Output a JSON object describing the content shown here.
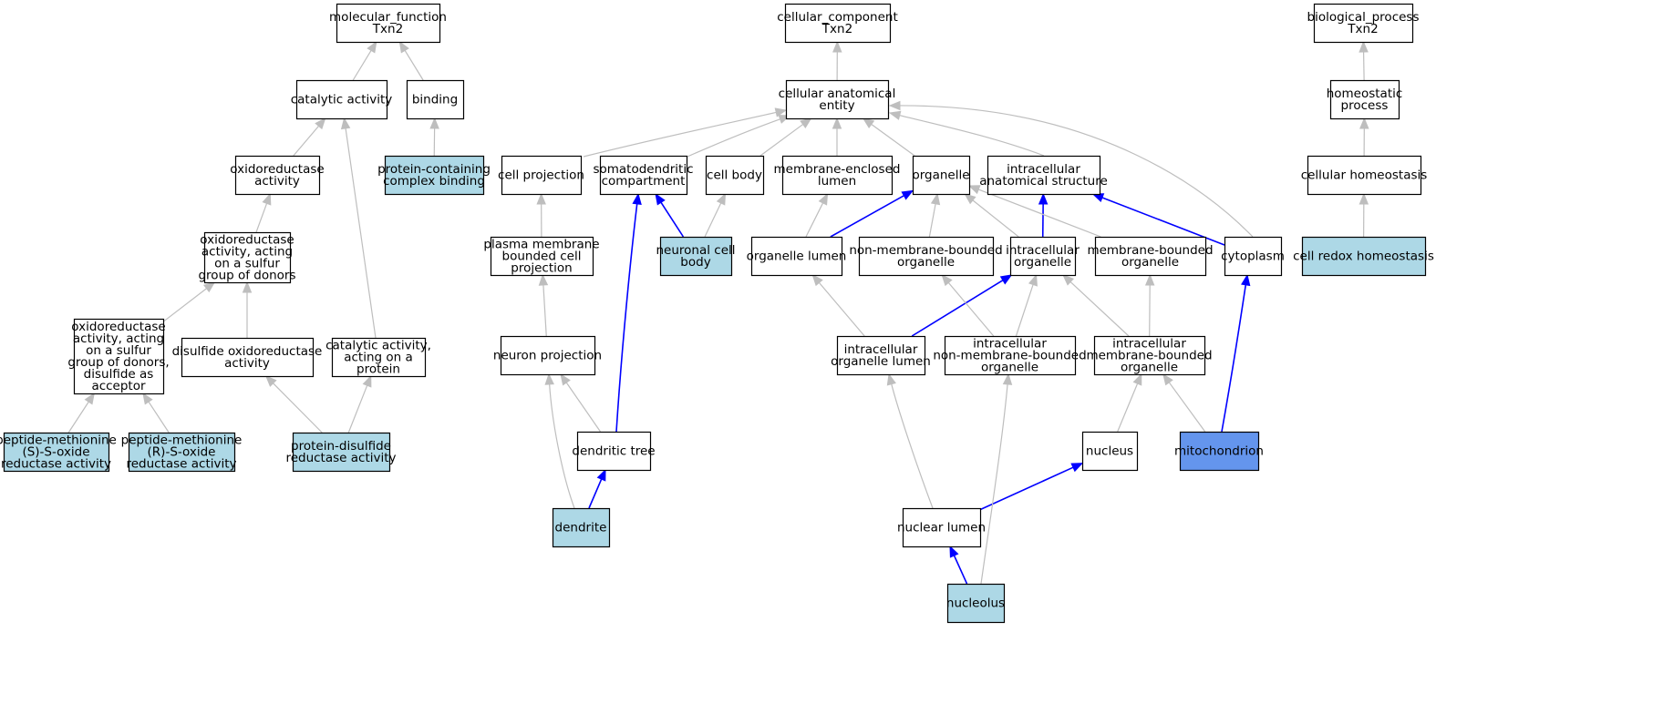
{
  "colors": {
    "node_fill": "#ffffff",
    "node_highlight": "#add8e6",
    "node_focus": "#6495ed",
    "edge_default": "#bebebe",
    "edge_highlight": "#0000ff"
  },
  "nodes": [
    {
      "id": "mf",
      "lines": [
        "molecular_function",
        "Txn2"
      ],
      "fill": "white"
    },
    {
      "id": "catalytic",
      "lines": [
        "catalytic activity"
      ],
      "fill": "white"
    },
    {
      "id": "binding",
      "lines": [
        "binding"
      ],
      "fill": "white"
    },
    {
      "id": "oxidoreductase",
      "lines": [
        "oxidoreductase",
        "activity"
      ],
      "fill": "white"
    },
    {
      "id": "pcb",
      "lines": [
        "protein-containing",
        "complex binding"
      ],
      "fill": "light"
    },
    {
      "id": "oxsulfur",
      "lines": [
        "oxidoreductase",
        "activity, acting",
        "on a sulfur",
        "group of donors"
      ],
      "fill": "white"
    },
    {
      "id": "oxsulfur_disulfide",
      "lines": [
        "oxidoreductase",
        "activity, acting",
        "on a sulfur",
        "group of donors,",
        "disulfide as",
        "acceptor"
      ],
      "fill": "white"
    },
    {
      "id": "disulfide_ox",
      "lines": [
        "disulfide oxidoreductase",
        "activity"
      ],
      "fill": "white"
    },
    {
      "id": "cat_protein",
      "lines": [
        "catalytic activity,",
        "acting on a",
        "protein"
      ],
      "fill": "white"
    },
    {
      "id": "pms_s",
      "lines": [
        "peptide-methionine",
        "(S)-S-oxide",
        "reductase activity"
      ],
      "fill": "light"
    },
    {
      "id": "pms_r",
      "lines": [
        "peptide-methionine",
        "(R)-S-oxide",
        "reductase activity"
      ],
      "fill": "light"
    },
    {
      "id": "pdr",
      "lines": [
        "protein-disulfide",
        "reductase activity"
      ],
      "fill": "light"
    },
    {
      "id": "cc",
      "lines": [
        "cellular_component",
        "Txn2"
      ],
      "fill": "white"
    },
    {
      "id": "cae",
      "lines": [
        "cellular anatomical",
        "entity"
      ],
      "fill": "white"
    },
    {
      "id": "cellproj",
      "lines": [
        "cell projection"
      ],
      "fill": "white"
    },
    {
      "id": "somato",
      "lines": [
        "somatodendritic",
        "compartment"
      ],
      "fill": "white"
    },
    {
      "id": "cellbody",
      "lines": [
        "cell body"
      ],
      "fill": "white"
    },
    {
      "id": "mel",
      "lines": [
        "membrane-enclosed",
        "lumen"
      ],
      "fill": "white"
    },
    {
      "id": "organelle",
      "lines": [
        "organelle"
      ],
      "fill": "white"
    },
    {
      "id": "ias",
      "lines": [
        "intracellular",
        "anatomical structure"
      ],
      "fill": "white"
    },
    {
      "id": "pmbcp",
      "lines": [
        "plasma membrane",
        "bounded cell",
        "projection"
      ],
      "fill": "white"
    },
    {
      "id": "ncb",
      "lines": [
        "neuronal cell",
        "body"
      ],
      "fill": "light"
    },
    {
      "id": "orglumen",
      "lines": [
        "organelle lumen"
      ],
      "fill": "white"
    },
    {
      "id": "nmbo",
      "lines": [
        "non-membrane-bounded",
        "organelle"
      ],
      "fill": "white"
    },
    {
      "id": "io",
      "lines": [
        "intracellular",
        "organelle"
      ],
      "fill": "white"
    },
    {
      "id": "mbo",
      "lines": [
        "membrane-bounded",
        "organelle"
      ],
      "fill": "white"
    },
    {
      "id": "cytoplasm",
      "lines": [
        "cytoplasm"
      ],
      "fill": "white"
    },
    {
      "id": "neuronproj",
      "lines": [
        "neuron projection"
      ],
      "fill": "white"
    },
    {
      "id": "iol",
      "lines": [
        "intracellular",
        "organelle lumen"
      ],
      "fill": "white"
    },
    {
      "id": "inmbo",
      "lines": [
        "intracellular",
        "non-membrane-bounded",
        "organelle"
      ],
      "fill": "white"
    },
    {
      "id": "imbo",
      "lines": [
        "intracellular",
        "membrane-bounded",
        "organelle"
      ],
      "fill": "white"
    },
    {
      "id": "dtree",
      "lines": [
        "dendritic tree"
      ],
      "fill": "white"
    },
    {
      "id": "nucleus",
      "lines": [
        "nucleus"
      ],
      "fill": "white"
    },
    {
      "id": "mito",
      "lines": [
        "mitochondrion"
      ],
      "fill": "focus"
    },
    {
      "id": "dendrite",
      "lines": [
        "dendrite"
      ],
      "fill": "light"
    },
    {
      "id": "nuclumen",
      "lines": [
        "nuclear lumen"
      ],
      "fill": "white"
    },
    {
      "id": "nucleolus",
      "lines": [
        "nucleolus"
      ],
      "fill": "light"
    },
    {
      "id": "bp",
      "lines": [
        "biological_process",
        "Txn2"
      ],
      "fill": "white"
    },
    {
      "id": "homeo",
      "lines": [
        "homeostatic",
        "process"
      ],
      "fill": "white"
    },
    {
      "id": "cellhomeo",
      "lines": [
        "cellular homeostasis"
      ],
      "fill": "white"
    },
    {
      "id": "crh",
      "lines": [
        "cell redox homeostasis"
      ],
      "fill": "light"
    }
  ],
  "edges": [
    {
      "from": "catalytic",
      "to": "mf",
      "highlight": false
    },
    {
      "from": "binding",
      "to": "mf",
      "highlight": false
    },
    {
      "from": "oxidoreductase",
      "to": "catalytic",
      "highlight": false
    },
    {
      "from": "cat_protein",
      "to": "catalytic",
      "highlight": false
    },
    {
      "from": "pcb",
      "to": "binding",
      "highlight": false
    },
    {
      "from": "oxsulfur",
      "to": "oxidoreductase",
      "highlight": false
    },
    {
      "from": "oxsulfur_disulfide",
      "to": "oxsulfur",
      "highlight": false
    },
    {
      "from": "disulfide_ox",
      "to": "oxsulfur",
      "highlight": false
    },
    {
      "from": "pms_s",
      "to": "oxsulfur_disulfide",
      "highlight": false
    },
    {
      "from": "pms_r",
      "to": "oxsulfur_disulfide",
      "highlight": false
    },
    {
      "from": "pdr",
      "to": "disulfide_ox",
      "highlight": false
    },
    {
      "from": "pdr",
      "to": "cat_protein",
      "highlight": false
    },
    {
      "from": "cae",
      "to": "cc",
      "highlight": false
    },
    {
      "from": "cellproj",
      "to": "cae",
      "highlight": false
    },
    {
      "from": "somato",
      "to": "cae",
      "highlight": false
    },
    {
      "from": "cellbody",
      "to": "cae",
      "highlight": false
    },
    {
      "from": "mel",
      "to": "cae",
      "highlight": false
    },
    {
      "from": "organelle",
      "to": "cae",
      "highlight": false
    },
    {
      "from": "ias",
      "to": "cae",
      "highlight": false
    },
    {
      "from": "cytoplasm",
      "to": "cae",
      "highlight": false
    },
    {
      "from": "pmbcp",
      "to": "cellproj",
      "highlight": false
    },
    {
      "from": "ncb",
      "to": "somato",
      "highlight": true
    },
    {
      "from": "ncb",
      "to": "cellbody",
      "highlight": false
    },
    {
      "from": "orglumen",
      "to": "mel",
      "highlight": false
    },
    {
      "from": "orglumen",
      "to": "organelle",
      "highlight": true
    },
    {
      "from": "nmbo",
      "to": "organelle",
      "highlight": false
    },
    {
      "from": "io",
      "to": "organelle",
      "highlight": false
    },
    {
      "from": "io",
      "to": "ias",
      "highlight": true
    },
    {
      "from": "mbo",
      "to": "organelle",
      "highlight": false
    },
    {
      "from": "cytoplasm",
      "to": "ias",
      "highlight": true
    },
    {
      "from": "neuronproj",
      "to": "pmbcp",
      "highlight": false
    },
    {
      "from": "iol",
      "to": "orglumen",
      "highlight": false
    },
    {
      "from": "iol",
      "to": "io",
      "highlight": true
    },
    {
      "from": "inmbo",
      "to": "nmbo",
      "highlight": false
    },
    {
      "from": "inmbo",
      "to": "io",
      "highlight": false
    },
    {
      "from": "imbo",
      "to": "io",
      "highlight": false
    },
    {
      "from": "imbo",
      "to": "mbo",
      "highlight": false
    },
    {
      "from": "dtree",
      "to": "neuronproj",
      "highlight": false
    },
    {
      "from": "dtree",
      "to": "somato",
      "highlight": true
    },
    {
      "from": "nucleus",
      "to": "imbo",
      "highlight": false
    },
    {
      "from": "mito",
      "to": "imbo",
      "highlight": false
    },
    {
      "from": "mito",
      "to": "cytoplasm",
      "highlight": true
    },
    {
      "from": "dendrite",
      "to": "neuronproj",
      "highlight": false
    },
    {
      "from": "dendrite",
      "to": "dtree",
      "highlight": true
    },
    {
      "from": "nuclumen",
      "to": "iol",
      "highlight": false
    },
    {
      "from": "nuclumen",
      "to": "nucleus",
      "highlight": true
    },
    {
      "from": "nucleolus",
      "to": "inmbo",
      "highlight": false
    },
    {
      "from": "nucleolus",
      "to": "nuclumen",
      "highlight": true
    },
    {
      "from": "homeo",
      "to": "bp",
      "highlight": false
    },
    {
      "from": "cellhomeo",
      "to": "homeo",
      "highlight": false
    },
    {
      "from": "crh",
      "to": "cellhomeo",
      "highlight": false
    }
  ]
}
